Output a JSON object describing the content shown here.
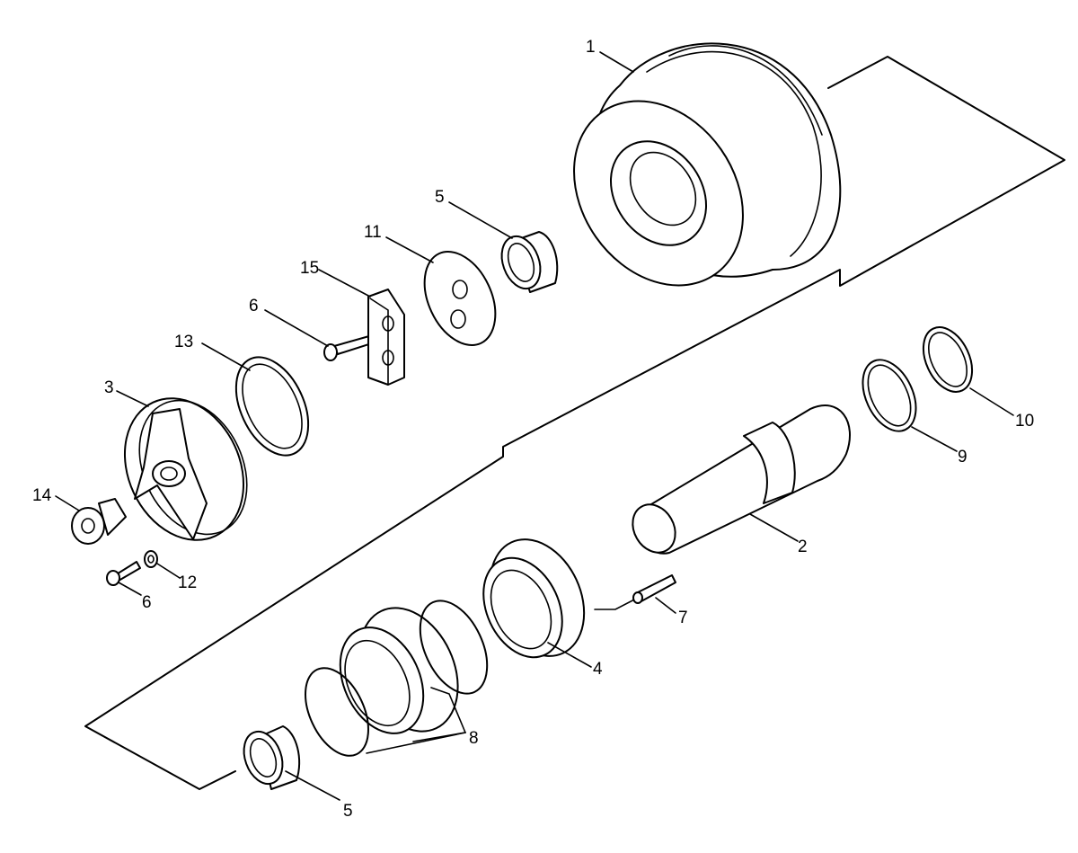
{
  "callouts": [
    {
      "id": "c1",
      "text": "1"
    },
    {
      "id": "c2",
      "text": "2"
    },
    {
      "id": "c3",
      "text": "3"
    },
    {
      "id": "c4",
      "text": "4"
    },
    {
      "id": "c5a",
      "text": "5"
    },
    {
      "id": "c5b",
      "text": "5"
    },
    {
      "id": "c6a",
      "text": "6"
    },
    {
      "id": "c6b",
      "text": "6"
    },
    {
      "id": "c7",
      "text": "7"
    },
    {
      "id": "c8",
      "text": "8"
    },
    {
      "id": "c9",
      "text": "9"
    },
    {
      "id": "c10",
      "text": "10"
    },
    {
      "id": "c11",
      "text": "11"
    },
    {
      "id": "c12",
      "text": "12"
    },
    {
      "id": "c13",
      "text": "13"
    },
    {
      "id": "c14",
      "text": "14"
    },
    {
      "id": "c15",
      "text": "15"
    }
  ]
}
